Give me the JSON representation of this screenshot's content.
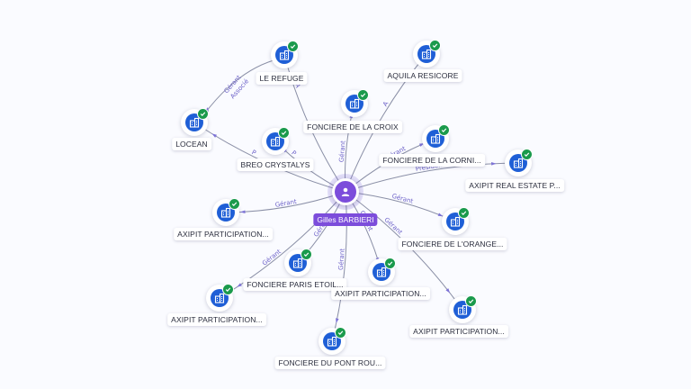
{
  "center": {
    "name": "Gilles BARBIERI",
    "icon": "person-icon",
    "color": "#7c4ddb"
  },
  "companies": [
    {
      "id": "le-refuge",
      "label": "LE REFUGE"
    },
    {
      "id": "aquila",
      "label": "AQUILA RESICORE"
    },
    {
      "id": "locean",
      "label": "LOCEAN"
    },
    {
      "id": "fonciere-croix",
      "label": "FONCIERE DE LA CROIX"
    },
    {
      "id": "breo",
      "label": "BREO CRYSTALYS"
    },
    {
      "id": "fonciere-corni",
      "label": "FONCIERE DE LA CORNI..."
    },
    {
      "id": "axipit-real",
      "label": "AXIPIT REAL ESTATE P..."
    },
    {
      "id": "axipit-part-1",
      "label": "AXIPIT PARTICIPATION..."
    },
    {
      "id": "fonciere-orange",
      "label": "FONCIERE DE L'ORANGE..."
    },
    {
      "id": "fonciere-paris",
      "label": "FONCIERE PARIS ETOIL..."
    },
    {
      "id": "axipit-part-2",
      "label": "AXIPIT PARTICIPATION..."
    },
    {
      "id": "axipit-part-3",
      "label": "AXIPIT PARTICIPATION..."
    },
    {
      "id": "axipit-part-4",
      "label": "AXIPIT PARTICIPATION..."
    },
    {
      "id": "fonciere-pont",
      "label": "FONCIERE DU PONT ROU..."
    }
  ],
  "edge_labels": {
    "gerant": "Gérant",
    "associe": "Associé",
    "president": "Président",
    "trunc_a": "A",
    "trunc_p": "P"
  },
  "colors": {
    "company_icon": "#1f5fd6",
    "verified_badge": "#1a9a4c",
    "edge": "#8a8fa6",
    "edge_label": "#6e63c9"
  },
  "icons": {
    "company": "building-icon",
    "badge": "check-icon"
  }
}
